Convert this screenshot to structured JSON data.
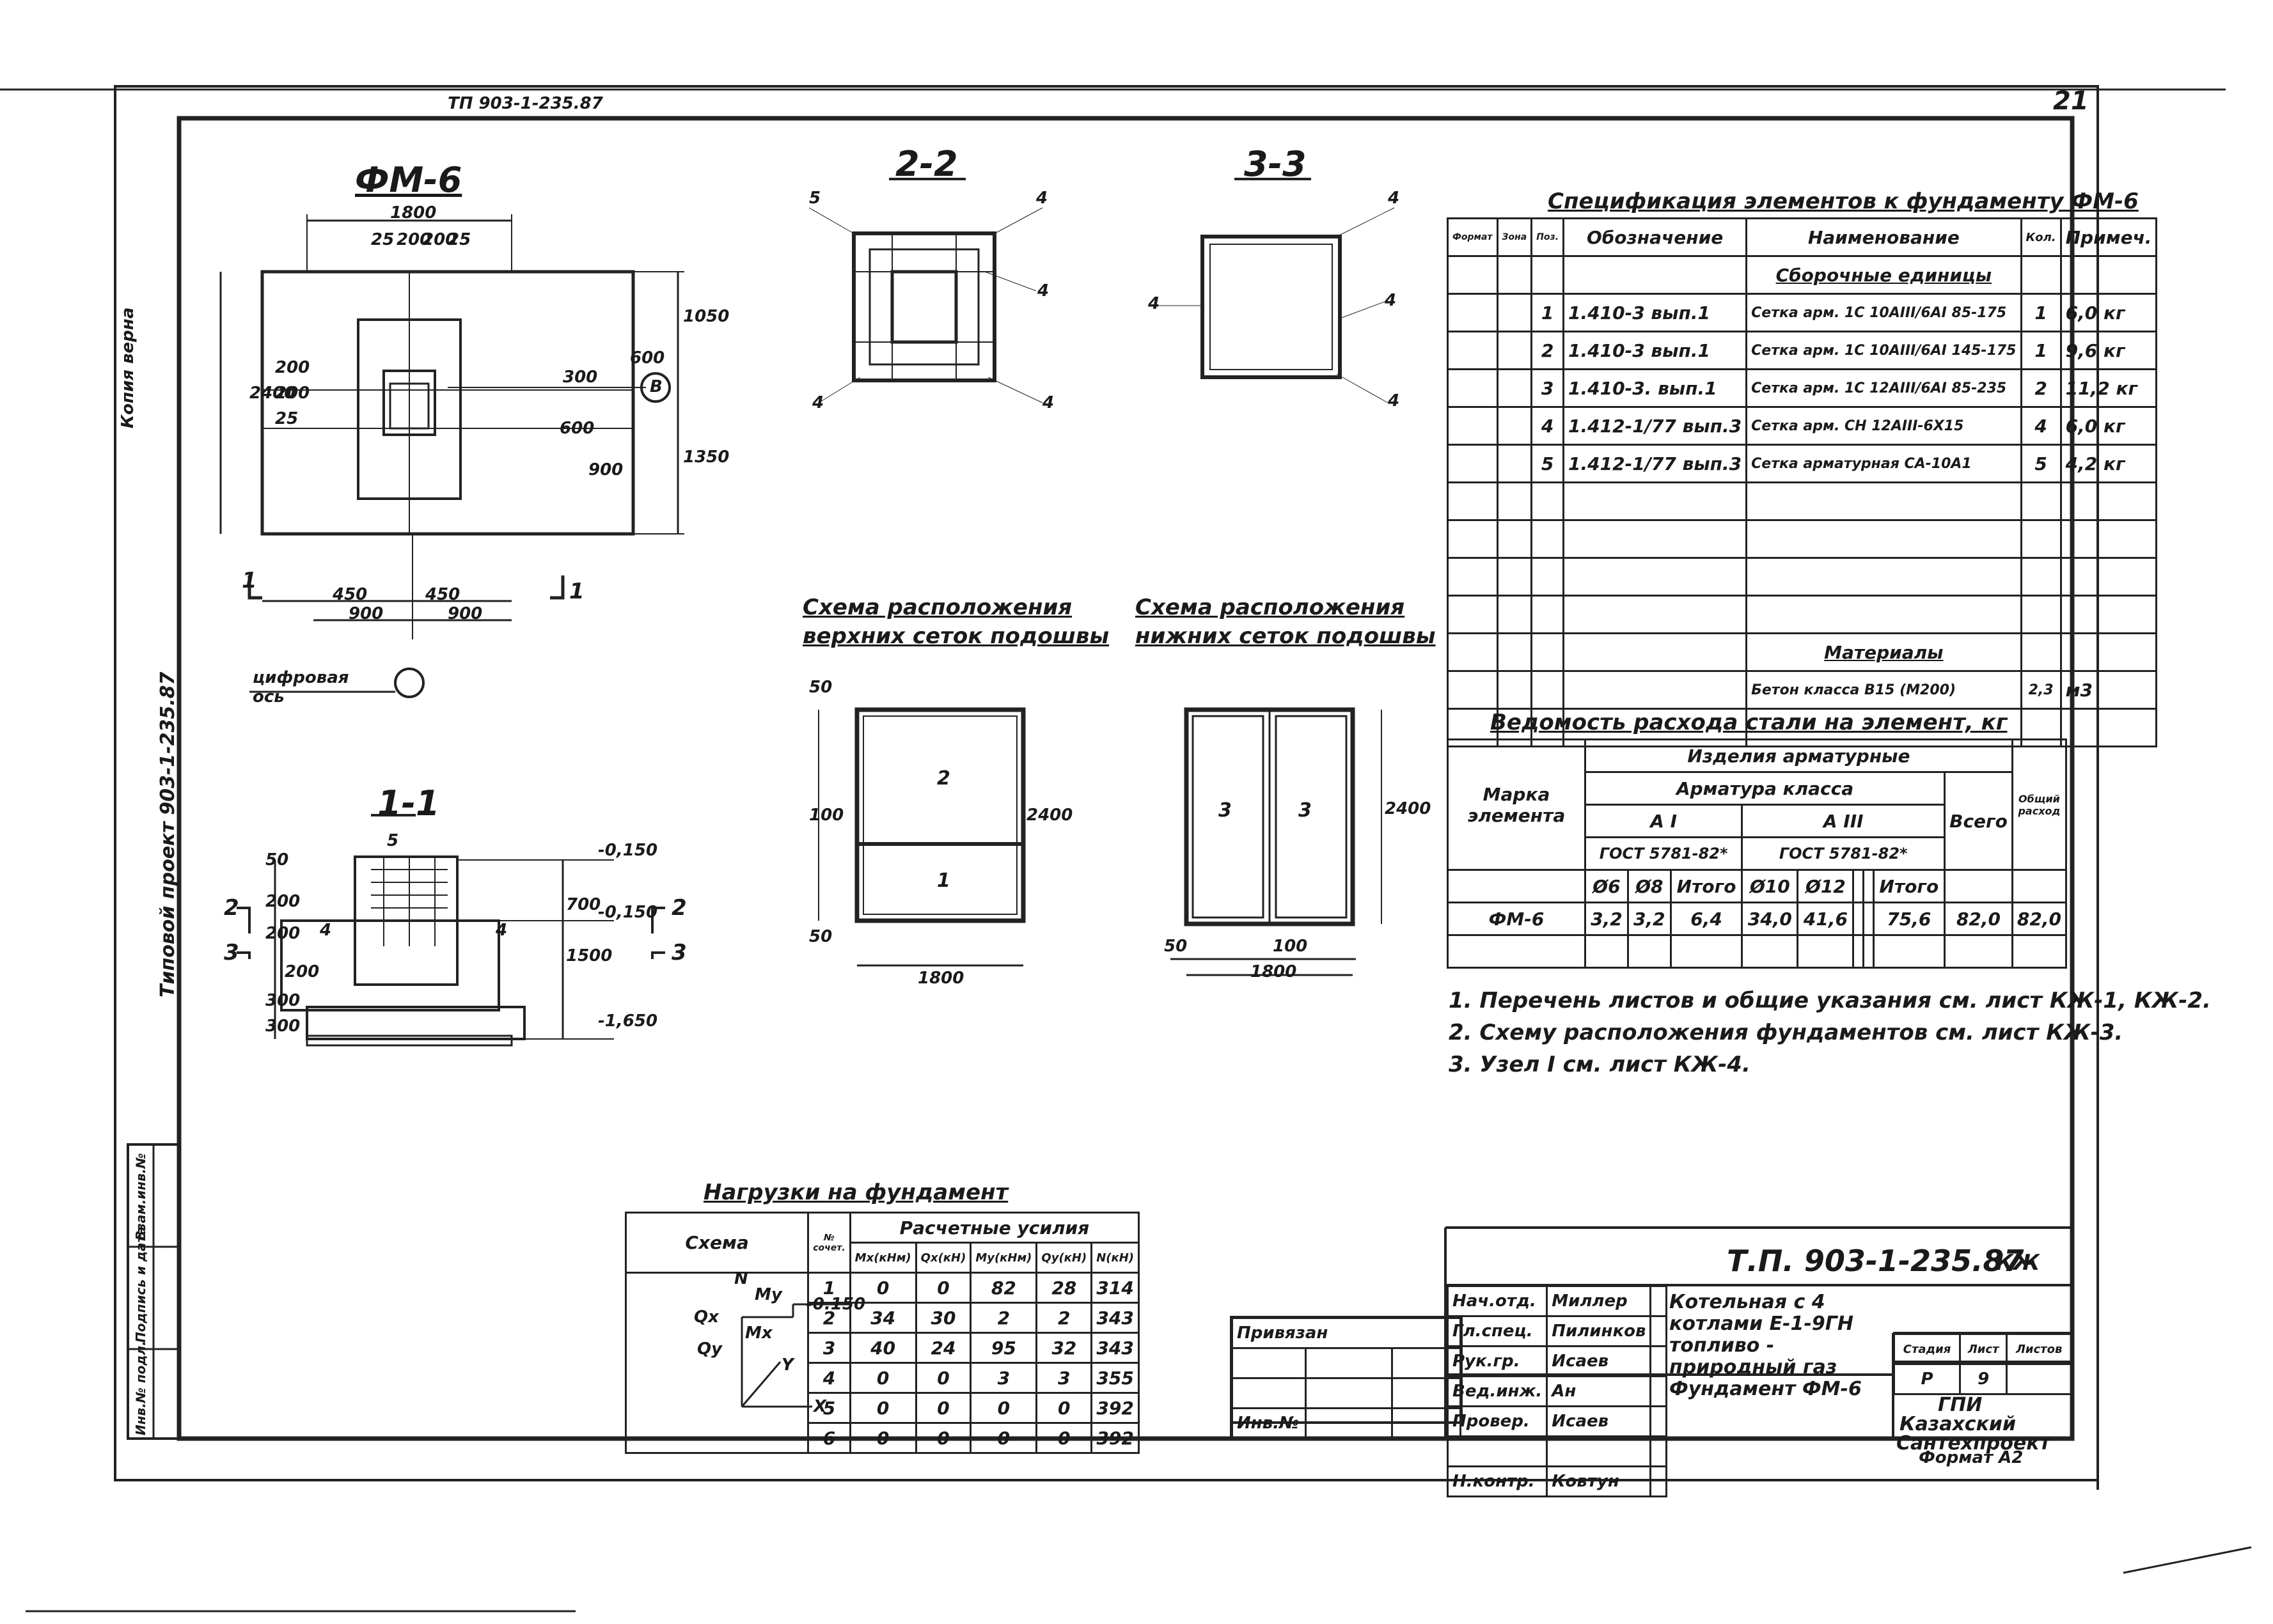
{
  "header": {
    "top_strip": "ТП 903-1-235.87",
    "page_corner": "21"
  },
  "left_margin": {
    "copy_label": "Копия верна",
    "project_label": "Типовой проект 903-1-235.87"
  },
  "plan": {
    "title": "ФМ-6",
    "dims_top": [
      "1800",
      "25",
      "200",
      "200",
      "25"
    ],
    "dims_right": [
      "1050",
      "600",
      "300",
      "600",
      "900",
      "1350"
    ],
    "dims_left": [
      "2400",
      "200",
      "200",
      "25"
    ],
    "dims_bottom": [
      "450",
      "450",
      "900",
      "900"
    ],
    "axis_label": "В",
    "digital_axis_label": "цифровая ось",
    "section_marks": [
      "1",
      "1"
    ]
  },
  "section_22": {
    "title": "2-2",
    "callouts": [
      "5",
      "4",
      "4",
      "4",
      "4"
    ]
  },
  "section_33": {
    "title": "3-3",
    "callouts": [
      "4",
      "4",
      "4",
      "4"
    ]
  },
  "top_mesh": {
    "title_line1": "Схема расположения",
    "title_line2": "верхних сеток подошвы",
    "cells": [
      "2",
      "1"
    ],
    "dims": [
      "1800",
      "2400",
      "50",
      "50",
      "100"
    ]
  },
  "bottom_mesh": {
    "title_line1": "Схема расположения",
    "title_line2": "нижних сеток подошвы",
    "cells": [
      "3",
      "3"
    ],
    "dims": [
      "1800",
      "2400",
      "50",
      "100"
    ]
  },
  "section_11": {
    "title": "1-1",
    "callout": "5",
    "levels": [
      "-0,150",
      "-0,150",
      "-1,650"
    ],
    "dims_right": [
      "700",
      "1500"
    ],
    "dims_left": [
      "50",
      "200",
      "200",
      "300",
      "300",
      "200"
    ],
    "cuts": [
      "2",
      "3",
      "2",
      "3"
    ],
    "callouts_4": [
      "4",
      "4"
    ]
  },
  "spec": {
    "title": "Спецификация элементов к фундаменту ФМ-6",
    "headers": [
      "Формат",
      "Зона",
      "Поз.",
      "Обозначение",
      "Наименование",
      "Кол.",
      "Примеч."
    ],
    "group_label": "Сборочные единицы",
    "rows": [
      {
        "pos": "1",
        "code": "1.410-3 вып.1",
        "name": "Сетка арм. 1С 10АIII/6АI 85-175",
        "qty": "1",
        "note": "6,0 кг"
      },
      {
        "pos": "2",
        "code": "1.410-3 вып.1",
        "name": "Сетка арм. 1С 10АIII/6АI 145-175",
        "qty": "1",
        "note": "9,6 кг"
      },
      {
        "pos": "3",
        "code": "1.410-3. вып.1",
        "name": "Сетка арм. 1С 12АIII/6АI 85-235",
        "qty": "2",
        "note": "11,2 кг"
      },
      {
        "pos": "4",
        "code": "1.412-1/77 вып.3",
        "name": "Сетка арм. СН 12АIII-6Х15",
        "qty": "4",
        "note": "6,0 кг"
      },
      {
        "pos": "5",
        "code": "1.412-1/77 вып.3",
        "name": "Сетка арматурная СА-10А1",
        "qty": "5",
        "note": "4,2 кг"
      }
    ],
    "materials_label": "Материалы",
    "material_row": {
      "name": "Бетон класса В15 (М200)",
      "qty": "2,3",
      "note": "м3"
    }
  },
  "steel": {
    "title": "Ведомость расхода стали на элемент, кг",
    "h_element": "Марка элемента",
    "h_products": "Изделия арматурные",
    "h_class": "Арматура класса",
    "h_a1": "А I",
    "h_a3": "А III",
    "h_gost1": "ГОСТ 5781-82*",
    "h_gost2": "ГОСТ 5781-82*",
    "h_total_col": "Всего",
    "h_general": "Общий расход",
    "subheaders": [
      "Ø6",
      "Ø8",
      "Итого",
      "Ø10",
      "Ø12",
      "Итого"
    ],
    "row": {
      "mark": "ФМ-6",
      "d6": "3,2",
      "d8": "3,2",
      "total1": "6,4",
      "d10": "34,0",
      "d12": "41,6",
      "total2": "75,6",
      "all": "82,0",
      "general": "82,0"
    }
  },
  "notes": [
    "1. Перечень листов и общие указания см. лист КЖ-1, КЖ-2.",
    "2. Схему расположения фундаментов см. лист КЖ-3.",
    "3. Узел I см. лист КЖ-4."
  ],
  "loads": {
    "title": "Нагрузки на фундамент",
    "h_scheme": "Схема",
    "h_comb": "№ сочет.",
    "h_design": "Расчетные усилия",
    "cols": [
      "Mx(кНм)",
      "Qx(кН)",
      "My(кНм)",
      "Qy(кН)",
      "N(кН)"
    ],
    "rows": [
      [
        "1",
        "0",
        "0",
        "82",
        "28",
        "314"
      ],
      [
        "2",
        "34",
        "30",
        "2",
        "2",
        "343"
      ],
      [
        "3",
        "40",
        "24",
        "95",
        "32",
        "343"
      ],
      [
        "4",
        "0",
        "0",
        "3",
        "3",
        "355"
      ],
      [
        "5",
        "0",
        "0",
        "0",
        "0",
        "392"
      ],
      [
        "6",
        "0",
        "0",
        "0",
        "0",
        "392"
      ]
    ],
    "scheme_labels": {
      "N": "N",
      "My": "My",
      "Qx": "Qx",
      "Mx": "Mx",
      "Qy": "Qy",
      "x": "X",
      "y": "Y",
      "level": "-0.150"
    }
  },
  "stamp": {
    "code": "Т.П. 903-1-235.87-",
    "code_suffix": "КЖ",
    "project_title": "Котельная с 4 котлами Е-1-9ГН топливо - природный газ",
    "sheet_title": "Фундамент ФМ-6",
    "staff": [
      {
        "role": "Нач.отд.",
        "name": "Миллер"
      },
      {
        "role": "Гл.спец.",
        "name": "Пилинков"
      },
      {
        "role": "Рук.гр.",
        "name": "Исаев"
      },
      {
        "role": "Вед.инж.",
        "name": "Ан"
      },
      {
        "role": "Провер.",
        "name": "Исаев"
      },
      {
        "role": "Н.контр.",
        "name": "Ковтун"
      }
    ],
    "h_stage": "Стадия",
    "h_sheet": "Лист",
    "h_sheets": "Листов",
    "stage": "Р",
    "sheet": "9",
    "org_line1": "ГПИ",
    "org_line2": "Казахский",
    "org_line3": "Сантехпроект",
    "format": "Формат А2",
    "attached": "Привязан",
    "inv_no": "Инв.№"
  },
  "left_stamp": {
    "labels": [
      "Инв.№ подл.",
      "Подпись и дата",
      "Взам.инв.№"
    ]
  }
}
